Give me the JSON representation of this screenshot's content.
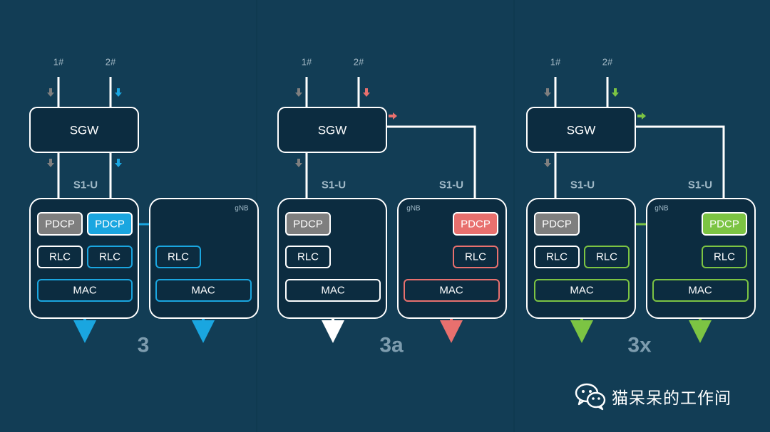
{
  "colors": {
    "background": "#123d55",
    "box_fill": "#0c2c40",
    "line": "#ffffff",
    "gray": "#7f7f7f",
    "blue": "#1aa6e0",
    "red": "#e8706e",
    "green": "#7cc443",
    "option_label": "#7d9cae"
  },
  "options": [
    {
      "id": "3",
      "label": "3",
      "accent": "blue",
      "input_labels": [
        "1#",
        "2#"
      ],
      "sgw_label": "SGW",
      "s1u_labels": [
        "S1-U"
      ],
      "enb": {
        "pdcp": "PDCP",
        "rlc": [
          "RLC",
          "RLC"
        ],
        "mac": "MAC"
      },
      "gnb": {
        "tag": "gNB",
        "rlc": "RLC",
        "mac": "MAC"
      }
    },
    {
      "id": "3a",
      "label": "3a",
      "accent": "red",
      "input_labels": [
        "1#",
        "2#"
      ],
      "sgw_label": "SGW",
      "s1u_labels": [
        "S1-U",
        "S1-U"
      ],
      "enb": {
        "pdcp": "PDCP",
        "rlc": "RLC",
        "mac": "MAC"
      },
      "gnb": {
        "tag": "gNB",
        "pdcp": "PDCP",
        "rlc": "RLC",
        "mac": "MAC"
      }
    },
    {
      "id": "3x",
      "label": "3x",
      "accent": "green",
      "input_labels": [
        "1#",
        "2#"
      ],
      "sgw_label": "SGW",
      "s1u_labels": [
        "S1-U",
        "S1-U"
      ],
      "enb": {
        "pdcp": "PDCP",
        "rlc": [
          "RLC",
          "RLC"
        ],
        "mac": "MAC"
      },
      "gnb": {
        "tag": "gNB",
        "pdcp": "PDCP",
        "rlc": "RLC",
        "mac": "MAC"
      }
    }
  ],
  "watermark": {
    "text": "猫呆呆的工作间",
    "icon": "wechat-icon"
  }
}
